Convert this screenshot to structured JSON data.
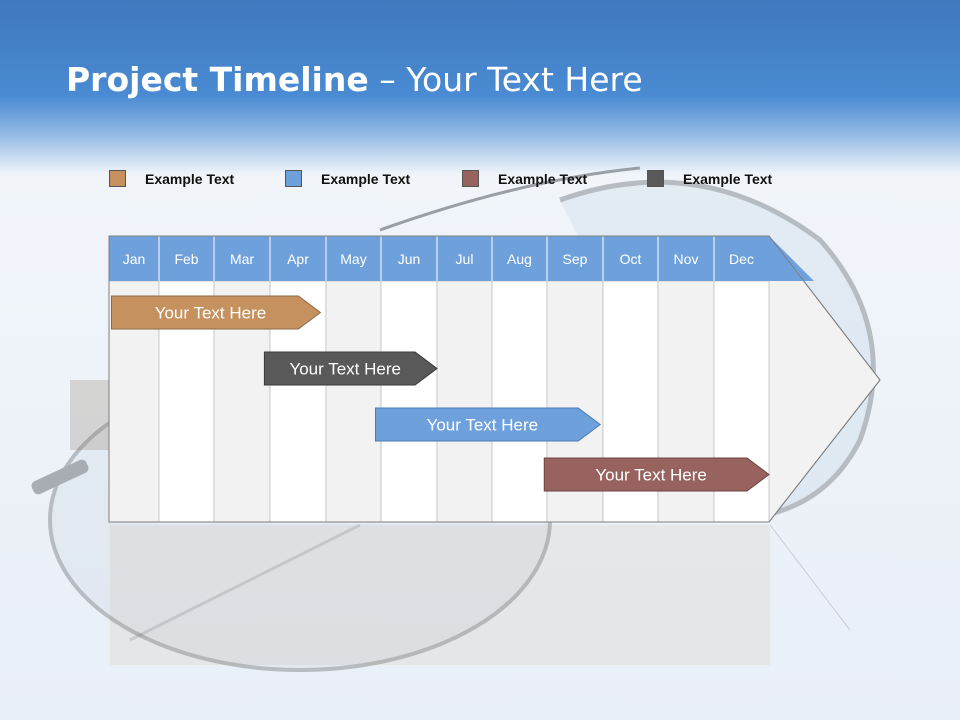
{
  "title": {
    "bold": "Project Timeline",
    "rest": " – Your Text Here"
  },
  "legend": [
    {
      "label": "Example Text",
      "color": "#c5915e"
    },
    {
      "label": "Example Text",
      "color": "#6ea1dc"
    },
    {
      "label": "Example Text",
      "color": "#98625f"
    },
    {
      "label": "Example Text",
      "color": "#595959"
    }
  ],
  "months": [
    "Jan",
    "Feb",
    "Mar",
    "Apr",
    "May",
    "Jun",
    "Jul",
    "Aug",
    "Sep",
    "Oct",
    "Nov",
    "Dec"
  ],
  "colors": {
    "header_blue": "#4a8bd3",
    "month_band": "#6ea1dc",
    "column_shade": "#f2f2f2",
    "column_white": "#ffffff"
  },
  "bars": [
    {
      "label": "Your  Text Here",
      "start_month": 0.05,
      "end_month": 3.9,
      "color": "#c5915e",
      "border": "#8e6a44"
    },
    {
      "label": "Your  Text Here",
      "start_month": 2.9,
      "end_month": 6.0,
      "color": "#595959",
      "border": "#3a3a3a"
    },
    {
      "label": "Your  Text Here",
      "start_month": 4.9,
      "end_month": 8.95,
      "color": "#6ea1dc",
      "border": "#4a7bb5"
    },
    {
      "label": "Your  Text Here",
      "start_month": 7.95,
      "end_month": 12.0,
      "color": "#98625f",
      "border": "#6b4441"
    }
  ]
}
